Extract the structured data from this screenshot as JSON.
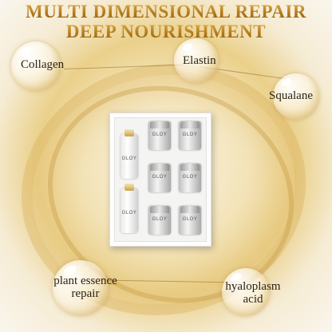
{
  "headline": {
    "line1": "MULTI DIMENSIONAL REPAIR",
    "line2": "DEEP NOURISHMENT"
  },
  "ingredients": {
    "collagen": "Collagen",
    "elastin": "Elastin",
    "squalane": "Squalane",
    "plant_essence_line1": "plant essence",
    "plant_essence_line2": "repair",
    "hyaloplasm_line1": "hyaloplasm",
    "hyaloplasm_line2": "acid"
  },
  "product": {
    "brand": "GLOY"
  },
  "colors": {
    "title_gold": "#b37a1c",
    "label_text": "#2c2416"
  }
}
